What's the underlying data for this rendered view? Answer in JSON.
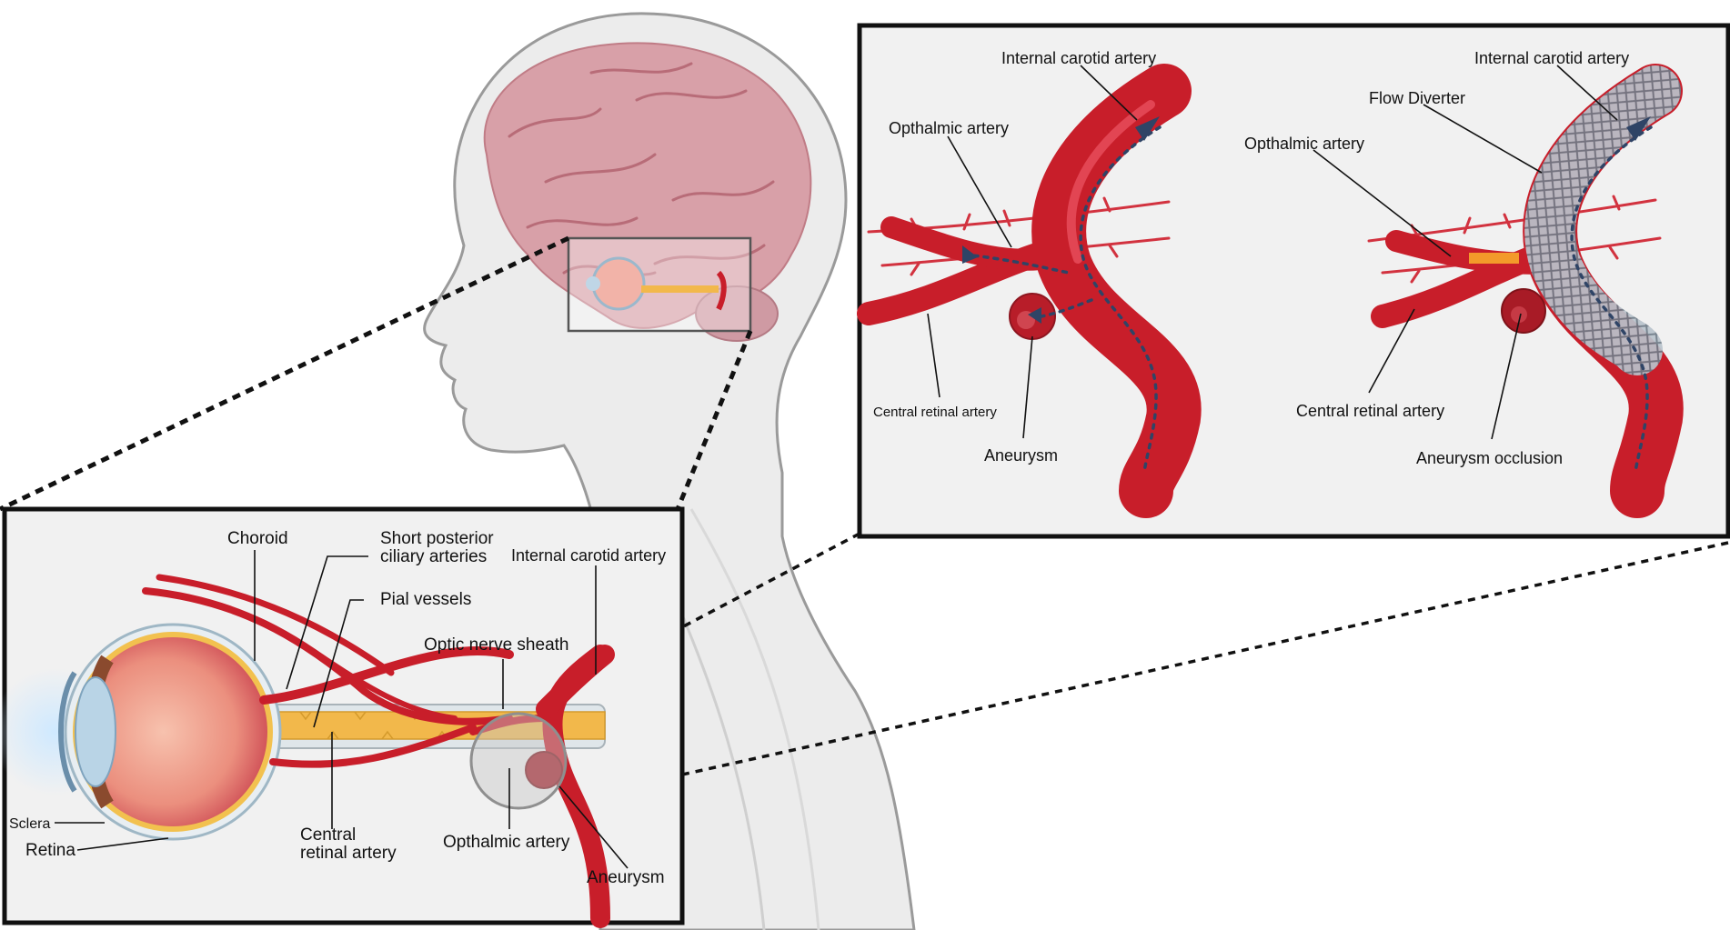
{
  "colors": {
    "artery": "#c81e2a",
    "artery_highlight": "#e24553",
    "brain": "#d8a0a8",
    "nerve": "#f2b84b",
    "flow_arrow": "#2f4466",
    "panel_background": "#f1f1f1",
    "head_silhouette": "#e9e9e9"
  },
  "eye_panel": {
    "labels": {
      "choroid": "Choroid",
      "short_posterior_1": "Short posterior",
      "short_posterior_2": "ciliary arteries",
      "internal_carotid": "Internal carotid artery",
      "pial_vessels": "Pial vessels",
      "optic_nerve_sheath": "Optic nerve sheath",
      "sclera": "Sclera",
      "retina": "Retina",
      "central_retinal_1": "Central",
      "central_retinal_2": "retinal artery",
      "opthalmic": "Opthalmic artery",
      "aneurysm": "Aneurysm"
    }
  },
  "vessel_panel": {
    "left": {
      "internal_carotid": "Internal carotid artery",
      "opthalmic": "Opthalmic artery",
      "central_retinal": "Central retinal artery",
      "aneurysm": "Aneurysm"
    },
    "right": {
      "internal_carotid": "Internal carotid artery",
      "flow_diverter": "Flow Diverter",
      "opthalmic": "Opthalmic artery",
      "central_retinal": "Central retinal artery",
      "aneurysm_occlusion": "Aneurysm occlusion"
    }
  }
}
